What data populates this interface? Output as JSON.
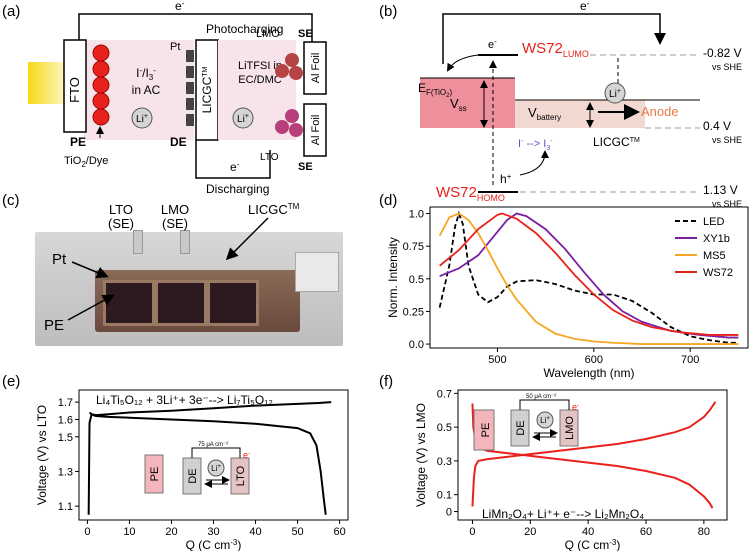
{
  "panels": {
    "a": {
      "label": "(a)",
      "fto": "FTO",
      "pe": "PE",
      "dye": "TiO",
      "dye_sub": "2",
      "dye_tail": "/Dye",
      "pt": "Pt",
      "electrolyte_line1": "I",
      "electrolyte_line1b": "-",
      "electrolyte_line1c": "/I",
      "electrolyte_line1d": "3",
      "electrolyte_line1e": "-",
      "electrolyte_line2": "in AC",
      "li": "Li",
      "li_sup": "+",
      "licgc": "LICGC",
      "licgc_sup": "TM",
      "de": "DE",
      "photocharging": "Photocharging",
      "electron": "e",
      "electron_sup": "-",
      "salt_line1": "LiTFSI in",
      "salt_line2": "EC/DMC",
      "lmo": "LMO",
      "lto": "LTO",
      "se": "SE",
      "al_foil": "Al Foil",
      "discharging": "Discharging"
    },
    "b": {
      "label": "(b)",
      "electron": "e",
      "electron_sup": "-",
      "ws72": "WS72",
      "lumo": "LUMO",
      "homo": "HOMO",
      "ef": "E",
      "ef_sub": "F(TiO",
      "ef_sub2": "2",
      "ef_sub3": ")",
      "vss": "V",
      "vss_sub": "ss",
      "vbattery": "V",
      "vbattery_sub": "battery",
      "li": "Li",
      "li_sup": "+",
      "anode": "Anode",
      "licgc": "LICGC",
      "licgc_sup": "TM",
      "redox": "I",
      "redox_sup": "-",
      "redox_arrow": " --> I",
      "redox_sub": "3",
      "redox_sup2": "-",
      "hole": "h",
      "hole_sup": "+",
      "level1": "-0.82 V",
      "level2": "0.4 V",
      "level3": "1.13 V",
      "vs_she": "vs SHE"
    },
    "c": {
      "label": "(c)",
      "lto": "LTO",
      "lmo": "LMO",
      "se": "(SE)",
      "licgc": "LICGC",
      "licgc_sup": "TM",
      "pt": "Pt",
      "pe": "PE"
    },
    "e": {
      "label": "(e)",
      "ylabel": "Voltage (V) vs LTO",
      "xlabel": "Q (C cm",
      "xlabel_sup": "-3",
      "xlabel_tail": ")",
      "reaction": "Li₄Ti₅O₁₂ + 3Li⁺+ 3e⁻--> Li₇Ti₅O₁₂",
      "pe": "PE",
      "de": "DE",
      "lto": "LTO",
      "li": "Li",
      "li_sup": "+",
      "current": "75 μA cm⁻²",
      "electron": "e",
      "electron_sup": "-"
    },
    "f": {
      "label": "(f)",
      "ylabel": "Voltage (V) vs LMO",
      "xlabel": "Q (C cm",
      "xlabel_sup": "-3",
      "xlabel_tail": ")",
      "reaction": "LiMn₂O₄+ Li⁺+ e⁻--> Li₂Mn₂O₄",
      "pe": "PE",
      "de": "DE",
      "lmo": "LMO",
      "li": "Li",
      "li_sup": "+",
      "current": "50 μA cm⁻²",
      "electron": "e",
      "electron_sup": "-"
    }
  },
  "chart_data": [
    {
      "panel": "d",
      "type": "line",
      "xlabel": "Wavelength (nm)",
      "ylabel": "Norm. Intensity",
      "xlim": [
        430,
        760
      ],
      "ylim": [
        -0.03,
        1.05
      ],
      "xticks": [
        500,
        600,
        700
      ],
      "yticks": [
        0.0,
        0.25,
        0.5,
        0.75,
        1.0
      ],
      "ytick_labels": [
        "0.0",
        "0.25",
        "0.5",
        "0.75",
        "1.0"
      ],
      "legend_position": "top-right",
      "series": [
        {
          "name": "LED",
          "color": "#000000",
          "dashed": true,
          "x": [
            440,
            450,
            456,
            460,
            464,
            470,
            480,
            490,
            500,
            510,
            520,
            540,
            560,
            580,
            600,
            620,
            640,
            660,
            680,
            700,
            720,
            740,
            750
          ],
          "y": [
            0.28,
            0.6,
            0.9,
            1.0,
            0.92,
            0.6,
            0.38,
            0.32,
            0.36,
            0.44,
            0.48,
            0.49,
            0.46,
            0.41,
            0.38,
            0.38,
            0.33,
            0.24,
            0.13,
            0.06,
            0.03,
            0.01,
            0.01
          ]
        },
        {
          "name": "XY1b",
          "color": "#7a1fa2",
          "dashed": false,
          "x": [
            440,
            460,
            480,
            500,
            510,
            520,
            530,
            550,
            570,
            590,
            610,
            630,
            650,
            680,
            710,
            740,
            750
          ],
          "y": [
            0.52,
            0.58,
            0.68,
            0.86,
            0.95,
            1.0,
            0.98,
            0.88,
            0.73,
            0.55,
            0.38,
            0.25,
            0.17,
            0.1,
            0.07,
            0.05,
            0.05
          ]
        },
        {
          "name": "MS5",
          "color": "#f5a623",
          "dashed": false,
          "x": [
            440,
            450,
            460,
            470,
            480,
            490,
            500,
            510,
            520,
            540,
            560,
            580,
            600,
            620,
            650,
            700,
            750
          ],
          "y": [
            0.83,
            0.97,
            1.0,
            0.95,
            0.85,
            0.72,
            0.58,
            0.45,
            0.34,
            0.17,
            0.08,
            0.04,
            0.02,
            0.01,
            0.0,
            0.0,
            0.0
          ]
        },
        {
          "name": "WS72",
          "color": "#e8211b",
          "dashed": false,
          "x": [
            440,
            460,
            480,
            500,
            505,
            520,
            540,
            560,
            580,
            600,
            620,
            640,
            660,
            690,
            720,
            750
          ],
          "y": [
            0.6,
            0.72,
            0.88,
            0.99,
            1.0,
            0.96,
            0.85,
            0.7,
            0.53,
            0.38,
            0.26,
            0.18,
            0.13,
            0.09,
            0.07,
            0.07
          ]
        }
      ]
    },
    {
      "panel": "e",
      "type": "line",
      "xlabel": "Q (C cm-3)",
      "ylabel": "Voltage (V) vs LTO",
      "xlim": [
        -2,
        62
      ],
      "ylim": [
        1.02,
        1.77
      ],
      "xticks": [
        0,
        10,
        20,
        30,
        40,
        50,
        60
      ],
      "yticks": [
        1.1,
        1.3,
        1.5,
        1.6,
        1.7
      ],
      "series": [
        {
          "name": "charge",
          "color": "#000000",
          "x": [
            0.5,
            1,
            2,
            5,
            10,
            20,
            30,
            40,
            50,
            55,
            58
          ],
          "y": [
            1.64,
            1.63,
            1.625,
            1.63,
            1.64,
            1.65,
            1.665,
            1.68,
            1.69,
            1.695,
            1.7
          ]
        },
        {
          "name": "discharge",
          "color": "#000000",
          "x": [
            0.3,
            0.5,
            1,
            2,
            5,
            10,
            20,
            30,
            40,
            50,
            53,
            54.5,
            55.5,
            56.2,
            56.7
          ],
          "y": [
            1.05,
            1.58,
            1.63,
            1.62,
            1.615,
            1.61,
            1.6,
            1.59,
            1.575,
            1.55,
            1.52,
            1.45,
            1.3,
            1.15,
            1.05
          ]
        }
      ]
    },
    {
      "panel": "f",
      "type": "line",
      "xlabel": "Q (C cm-3)",
      "ylabel": "Voltage (V) vs LMO",
      "xlim": [
        -5,
        88
      ],
      "ylim": [
        -0.05,
        0.72
      ],
      "xticks": [
        0,
        20,
        40,
        60,
        80
      ],
      "yticks": [
        0.0,
        0.1,
        0.3,
        0.5,
        0.7
      ],
      "series": [
        {
          "name": "charge",
          "color": "#e8211b",
          "x": [
            0,
            0.5,
            1,
            2,
            5,
            10,
            20,
            30,
            40,
            50,
            60,
            70,
            75,
            80,
            82,
            84
          ],
          "y": [
            0.03,
            0.2,
            0.27,
            0.3,
            0.31,
            0.32,
            0.34,
            0.36,
            0.38,
            0.4,
            0.43,
            0.47,
            0.5,
            0.56,
            0.6,
            0.65
          ]
        },
        {
          "name": "discharge",
          "color": "#e8211b",
          "x": [
            0,
            0.3,
            1,
            2,
            5,
            10,
            20,
            30,
            40,
            50,
            60,
            70,
            75,
            80,
            82,
            83
          ],
          "y": [
            0.64,
            0.5,
            0.42,
            0.38,
            0.36,
            0.35,
            0.33,
            0.31,
            0.29,
            0.27,
            0.24,
            0.2,
            0.16,
            0.09,
            0.05,
            0.02
          ]
        }
      ]
    }
  ]
}
